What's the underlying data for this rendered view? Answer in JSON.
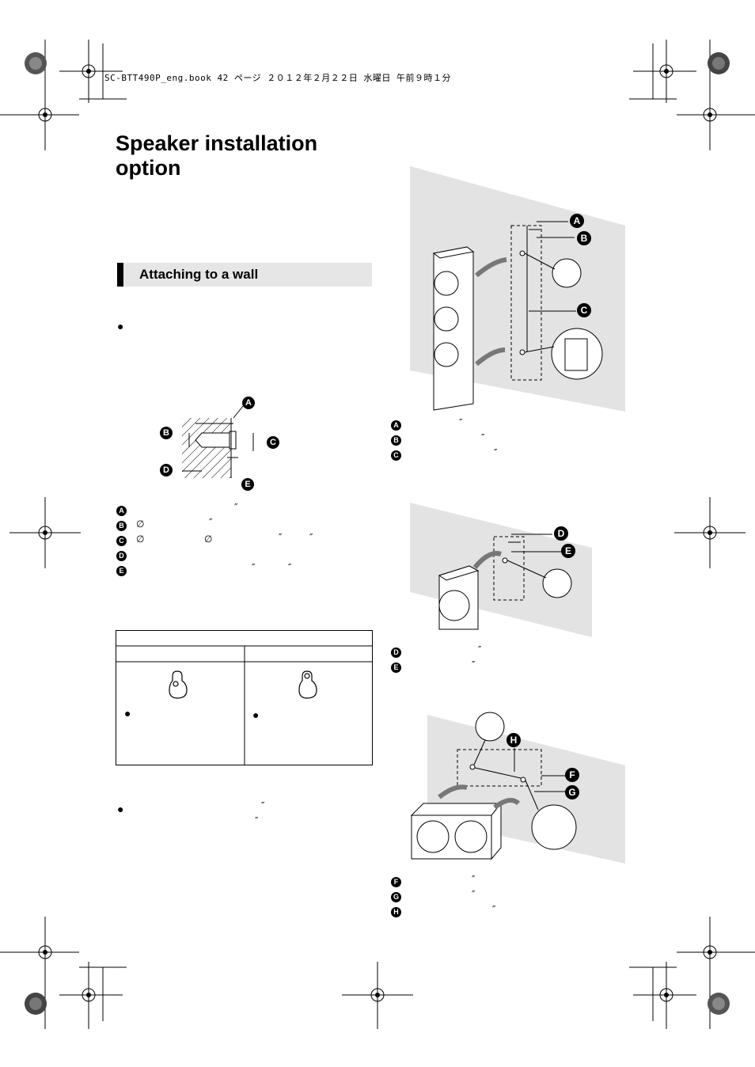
{
  "header": {
    "file_info": "SC-BTT490P_eng.book  42 ページ  ２０１２年２月２２日  水曜日  午前９時１分"
  },
  "title": "Speaker installation option",
  "section": {
    "title": "Attaching to a wall"
  },
  "marks": {
    "A": "A",
    "B": "B",
    "C": "C",
    "D": "D",
    "E": "E",
    "F": "F",
    "G": "G",
    "H": "H",
    "inch": "″",
    "diameter": "∅",
    "bullet": "●"
  },
  "colors": {
    "wall": "#e3e3e3",
    "section_bg": "#e6e6e6",
    "marker": "#000000"
  }
}
